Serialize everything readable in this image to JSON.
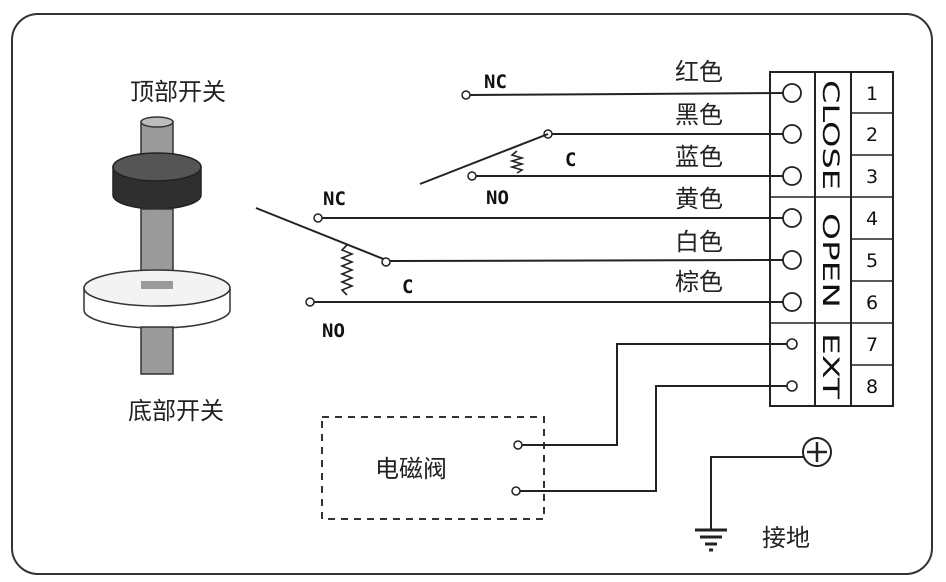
{
  "switch_labels": {
    "top": "顶部开关",
    "bottom": "底部开关"
  },
  "wire_colors": [
    "红色",
    "黑色",
    "蓝色",
    "黄色",
    "白色",
    "棕色"
  ],
  "contacts": {
    "nc": "NC",
    "no": "NO",
    "c": "C"
  },
  "terminal_numbers": [
    "1",
    "2",
    "3",
    "4",
    "5",
    "6",
    "7",
    "8"
  ],
  "terminal_groups": {
    "close": "CLOSE",
    "open": "OPEN",
    "ext": "EXT"
  },
  "solenoid_label": "电磁阀",
  "ground_label": "接地"
}
